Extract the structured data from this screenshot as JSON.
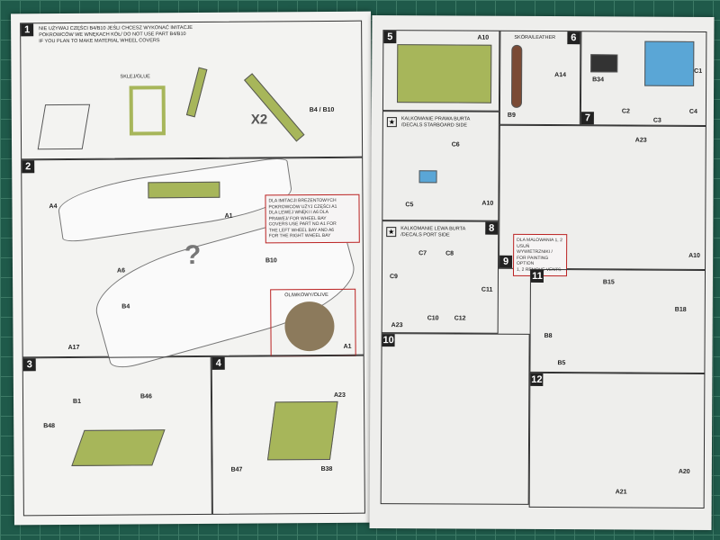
{
  "step1": {
    "number": "1",
    "note": "NIE UŻYWAJ CZĘŚCI B4/B10 JEŚLI CHCESZ WYKONAĆ IMITACJE\nPOKROWCÓW  WE WNĘKACH KÓŁ/ DO NOT USE PART B4/B10\nIF YOU PLAN TO MAKE MATERIAL WHEEL COVERS",
    "glue": "SKLEJ/GLUE",
    "parts": "B4 / B10",
    "multiplier": "X2"
  },
  "step2": {
    "number": "2",
    "note": "DLA IMITACJI BREZENTOWYCH\nPOKROWCÓW UŻYJ CZĘŚCI A1\nDLA LEWEJ WNĘKI I A6 DLA\nPRAWEJ/ FOR WHEEL BAY\nCOVERS USE PART NO A1 FOR\nTHE LEFT WHEEL BAY AND A6\nFOR THE RIGHT WHEEL BAY",
    "color": "OLIWKOWY/OLIVE",
    "question": "?",
    "labels": [
      "A4",
      "A1",
      "A6",
      "B10",
      "B4",
      "A17",
      "A1"
    ]
  },
  "step3": {
    "number": "3",
    "labels": [
      "B1",
      "B46",
      "B48"
    ]
  },
  "step4": {
    "number": "4",
    "labels": [
      "A23",
      "B47",
      "B38"
    ]
  },
  "step5": {
    "number": "5",
    "labels": [
      "A10"
    ]
  },
  "step6": {
    "number": "6",
    "leather": "SKÓRA/LEATHER",
    "labels": [
      "A14",
      "B9",
      "B34",
      "C1"
    ]
  },
  "step7": {
    "number": "7",
    "labels": [
      "C2",
      "C3",
      "C4"
    ]
  },
  "decals_starboard": {
    "title": "KALKOMANIE PRAWA BURTA\n/DECALS STARBOARD SIDE",
    "labels": [
      "C6",
      "C5",
      "A10"
    ]
  },
  "step8": {
    "number": "8",
    "title": "KALKOMANIE LEWA BURTA\n/DECALS PORT SIDE",
    "labels": [
      "C7",
      "C8",
      "C9",
      "C11",
      "C10",
      "C12",
      "A23"
    ]
  },
  "step9": {
    "number": "9",
    "note": "DLA MALOWANIA 1, 2\nUSUŃ WYWIETRZNIKI /\nFOR PAINTING OPTION\n1, 2 REMOVE VENTS",
    "labels": [
      "A23",
      "A10"
    ]
  },
  "step10": {
    "number": "10"
  },
  "step11": {
    "number": "11",
    "labels": [
      "B15",
      "B18",
      "B8",
      "B5"
    ]
  },
  "step12": {
    "number": "12",
    "labels": [
      "A20",
      "A21"
    ]
  }
}
